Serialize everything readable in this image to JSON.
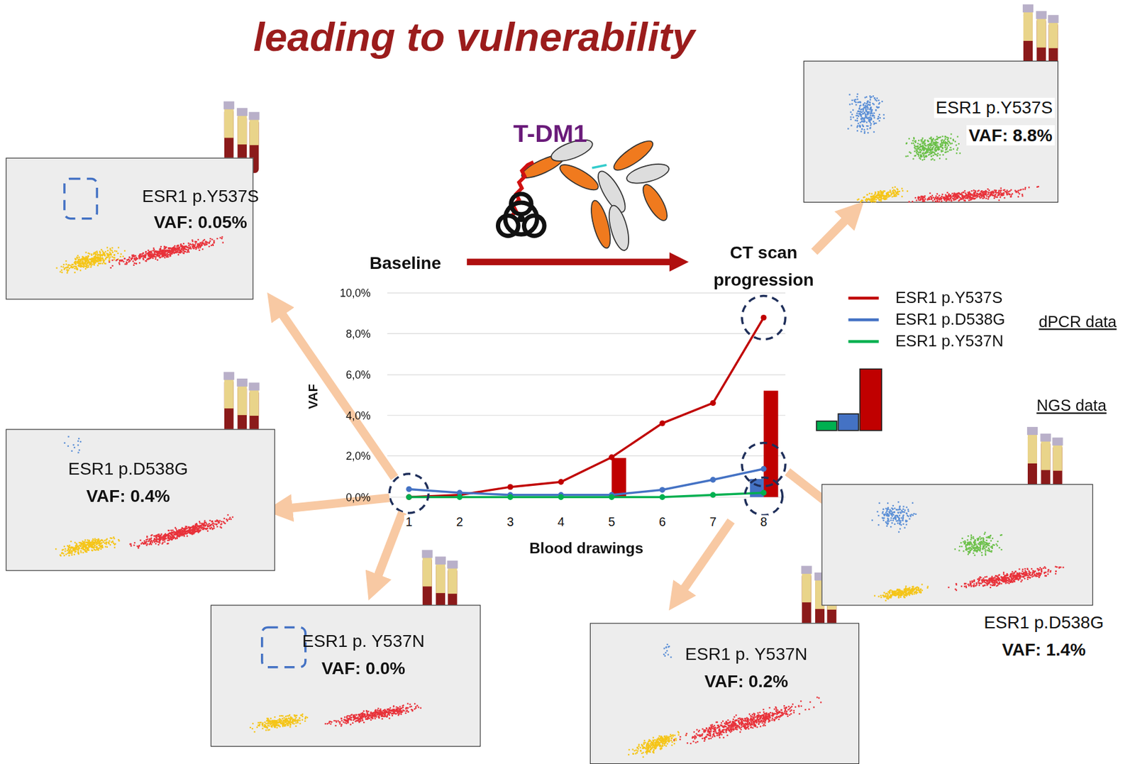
{
  "diagram": {
    "title": "leading to vulnerability",
    "nodes": [
      {
        "text": [
          "ESR1 p.Y537S",
          "VAF: 0.05%"
        ]
      },
      {
        "text": [
          "ESR1 p.Y537S",
          "VAF: 8.8%"
        ]
      },
      {
        "text": [
          "ESR1 p.D538G",
          "VAF: 0.4%"
        ]
      },
      {
        "text": [
          "ESR1 p.D538G",
          "VAF: 1.4%"
        ]
      },
      {
        "text": [
          "ESR1 p. Y537N",
          "VAF: 0.0%"
        ]
      },
      {
        "text": [
          "ESR1 p. Y537N",
          "VAF: 0.2%"
        ]
      }
    ],
    "labels": [
      "T-DM1",
      "Baseline",
      "CT scan progression",
      "10,0%",
      "8,0%",
      "6,0%",
      "4,0%",
      "2,0%",
      "0,0%",
      "VAF",
      "1",
      "2",
      "3",
      "4",
      "5",
      "6",
      "7",
      "8",
      "Blood drawings",
      "dPCR data",
      "NGS data"
    ],
    "legend": [
      {
        "text": "ESR1 p.Y537S",
        "color": "#c00000"
      },
      {
        "text": "ESR1 p.D538G",
        "color": "#4472c4"
      },
      {
        "text": "ESR1 p.Y537N",
        "color": "#00b050"
      }
    ]
  }
}
